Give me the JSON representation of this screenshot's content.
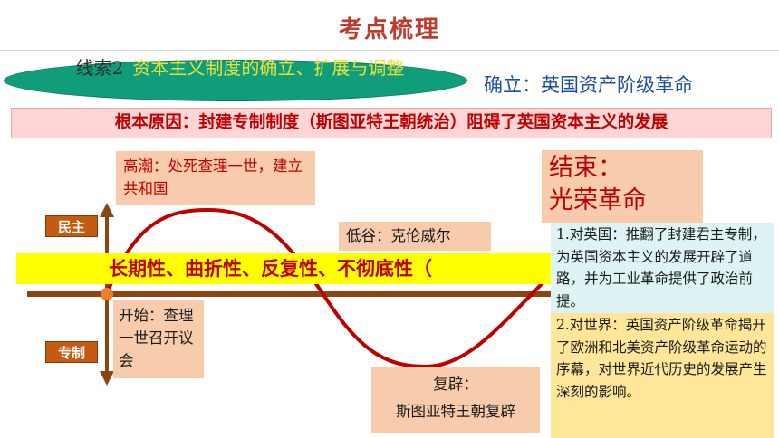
{
  "title": "考点梳理",
  "clue": {
    "prefix": "线索2",
    "text": "资本主义制度的确立、扩展与调整"
  },
  "subtitle": "确立：英国资产阶级革命",
  "root_cause": "根本原因：封建专制制度（斯图亚特王朝统治）阻碍了英国资本主义的发展",
  "axis_labels": {
    "democracy": "民主",
    "autocracy": "专制"
  },
  "events": {
    "peak": "高潮：处死查理一世，建立共和国",
    "low": "低谷：克伦威尔",
    "start": "开始：查理一世召开议会",
    "restoration_label": "复辟：",
    "restoration_text": "斯图亚特王朝复辟",
    "end_label": "结束：",
    "end_text": "光荣革命"
  },
  "characteristics": "长期性、曲折性、反复性、不彻底性（",
  "effects": {
    "england": "1.对英国：推翻了封建君主专制，为英国资本主义的发展开辟了道路，并为工业革命提供了政治前提。",
    "world": "2.对世界：英国资产阶级革命揭开了欧洲和北美资产阶级革命运动的序幕，对世界近代历史的发展产生深刻的影响。"
  },
  "colors": {
    "title": "#c0392b",
    "accent_red": "#c00000",
    "curve": "#c00000",
    "axis": "#8b4513",
    "oval": "#0f9d7a",
    "highlight": "#ffff00",
    "note_bg": "#f8cbad"
  }
}
